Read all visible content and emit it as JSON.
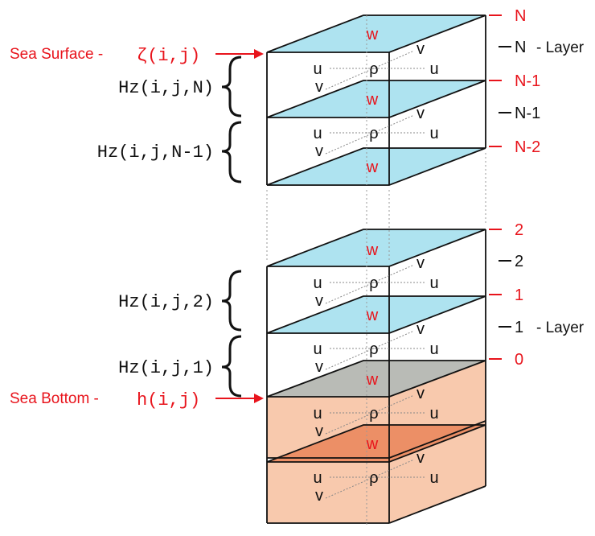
{
  "left_labels": {
    "sea_surface": {
      "prefix": "Sea Surface -",
      "symbol": "ζ(i,j)"
    },
    "sea_bottom": {
      "prefix": "Sea Bottom -",
      "symbol": "h(i,j)"
    }
  },
  "braces": [
    "Hz(i,j,N)",
    "Hz(i,j,N-1)",
    "Hz(i,j,2)",
    "Hz(i,j,1)"
  ],
  "right_labels": {
    "w_levels": [
      "N",
      "N-1",
      "N-2",
      "2",
      "1",
      "0"
    ],
    "rho_levels": [
      "N",
      "N-1",
      "2",
      "1"
    ],
    "layer_word": "- Layer"
  },
  "cell_symbols": {
    "u": "u",
    "v": "v",
    "rho": "ρ",
    "w": "w"
  },
  "colors": {
    "water": "#aee3f0",
    "surface_grid": "#ffffff",
    "bottom_face": "#b9bbb6",
    "sediment": "#f8c9ad",
    "sediment_face": "#ec8f66",
    "accent_red": "#e8141c",
    "line": "#111111"
  }
}
